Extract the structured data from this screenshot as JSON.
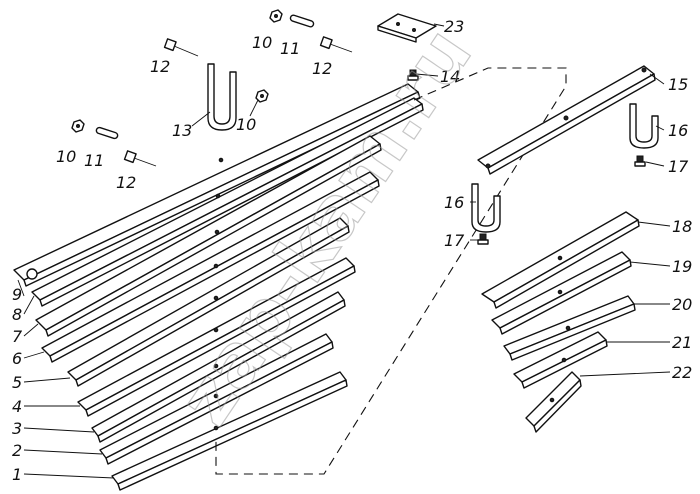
{
  "callouts": {
    "c1": "1",
    "c2": "2",
    "c3": "3",
    "c4": "4",
    "c5": "5",
    "c6": "6",
    "c7": "7",
    "c8": "8",
    "c9": "9",
    "c10a": "10",
    "c10b": "10",
    "c10c": "10",
    "c11a": "11",
    "c11b": "11",
    "c12a": "12",
    "c12b": "12",
    "c12c": "12",
    "c13": "13",
    "c14": "14",
    "c15": "15",
    "c16a": "16",
    "c16b": "16",
    "c17a": "17",
    "c17b": "17",
    "c18": "18",
    "c19": "19",
    "c20": "20",
    "c21": "21",
    "c22": "22",
    "c23": "23"
  },
  "watermark": "zap-kam.ru"
}
